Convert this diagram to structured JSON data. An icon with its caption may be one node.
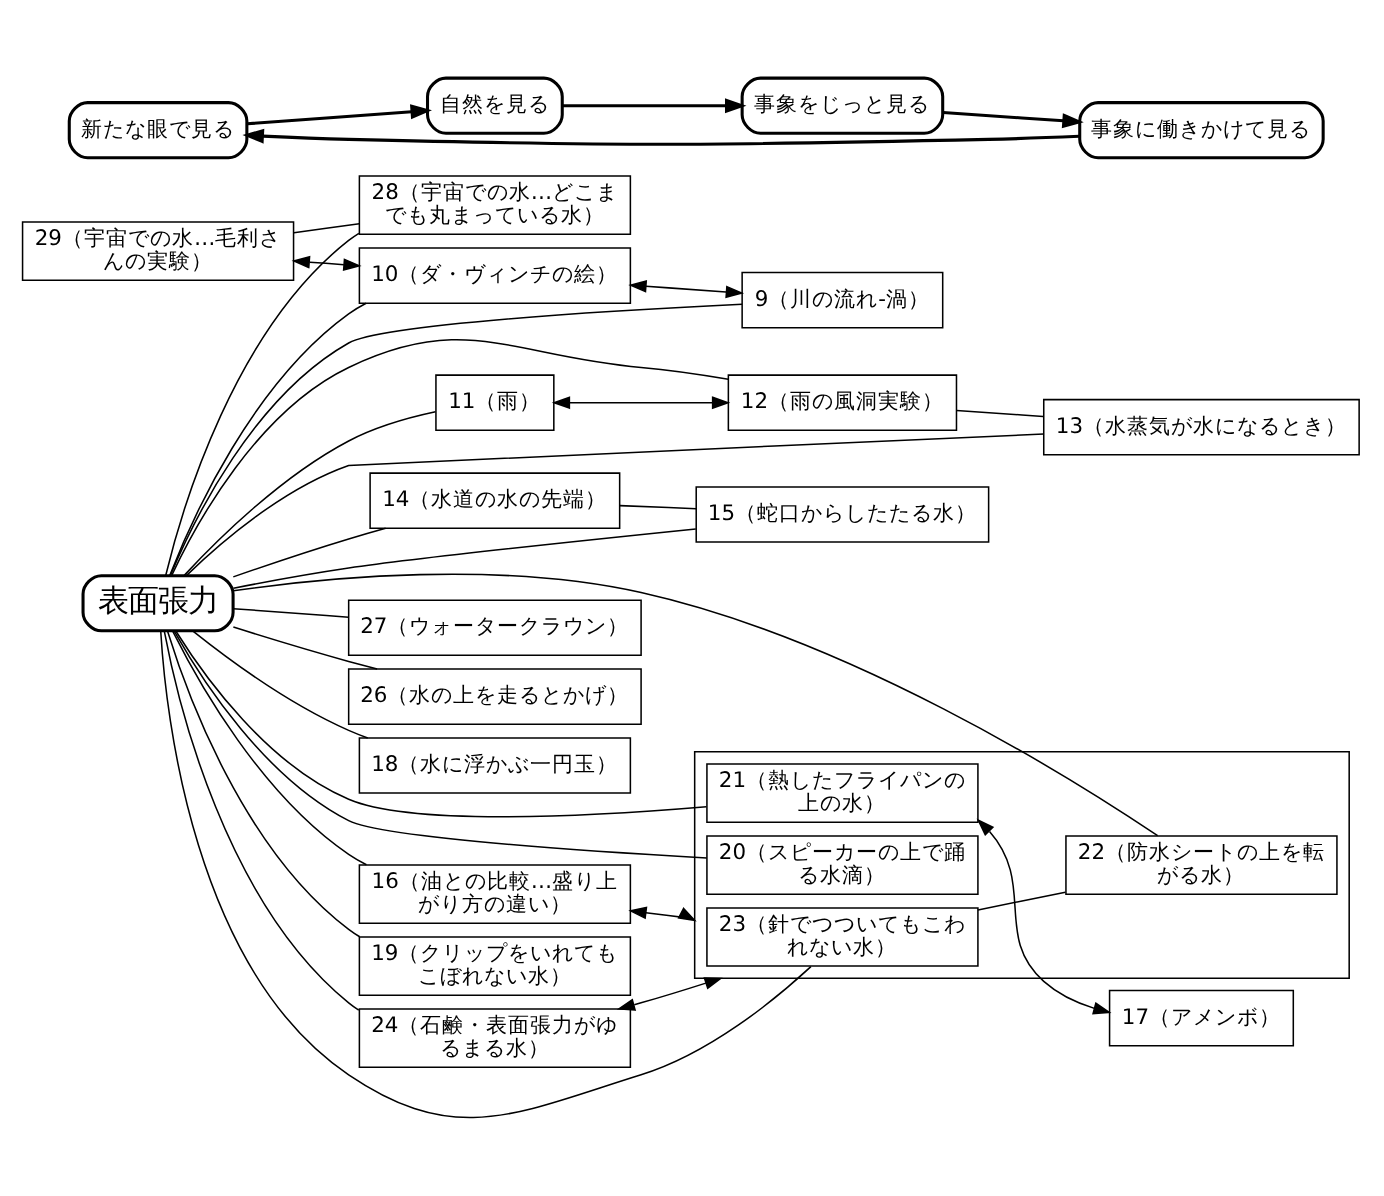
{
  "diagram": {
    "nodes": [
      {
        "text": [
          "表面張力"
        ]
      },
      {
        "text": [
          "新たな眼で見る"
        ]
      },
      {
        "text": [
          "自然を見る"
        ]
      },
      {
        "text": [
          "事象をじっと見る"
        ]
      },
      {
        "text": [
          "事象に働きかけて見る"
        ]
      },
      {
        "text": [
          "29（宇宙での水…毛利さんの実験）"
        ]
      },
      {
        "text": [
          "28（宇宙での水…どこまでも丸まっている水）"
        ]
      },
      {
        "text": [
          "10（ダ・ヴィンチの絵）"
        ]
      },
      {
        "text": [
          "27（ウォータークラウン）"
        ]
      },
      {
        "text": [
          "26（水の上を走るとかげ）"
        ]
      },
      {
        "text": [
          "9（川の流れ-渦）"
        ]
      },
      {
        "text": [
          "18（水に浮かぶ一円玉）"
        ]
      },
      {
        "text": [
          "11（雨）"
        ]
      },
      {
        "text": [
          "19（クリップをいれてもこぼれない水）"
        ]
      },
      {
        "text": [
          "12（雨の風洞実験）"
        ]
      },
      {
        "text": [
          "16（油との比較…盛り上がり方の違い）"
        ]
      },
      {
        "text": [
          "13（水蒸気が水になるとき）"
        ]
      },
      {
        "text": [
          "24（石鹸・表面張力がゆるまる水）"
        ]
      },
      {
        "text": [
          "14（水道の水の先端）"
        ]
      },
      {
        "text": [
          "15（蛇口からしたたる水）"
        ]
      },
      {
        "text": [],
        "shape": "box"
      },
      {
        "text": [
          "23（針でつついてもこわれない水）"
        ],
        "in": 20
      },
      {
        "text": [
          "22（防水シートの上を転がる水）"
        ],
        "in": 20
      },
      {
        "text": [
          "21（熱したフライパンの上の水）"
        ],
        "in": 20
      },
      {
        "text": [
          "17（アメンボ）"
        ]
      },
      {
        "text": [
          "20（スピーカーの上で踊る水滴）"
        ],
        "in": 20
      }
    ],
    "edges": [
      {
        "from": 1,
        "to": 2,
        "arrow": "to"
      },
      {
        "from": 2,
        "to": 3,
        "arrow": "to"
      },
      {
        "from": 3,
        "to": 4,
        "arrow": "to"
      },
      {
        "from": 4,
        "to": 1,
        "arrow": "to"
      },
      {
        "from": 5,
        "to": 6,
        "arrow": "none"
      },
      {
        "from": 5,
        "to": 7,
        "arrow": "both"
      },
      {
        "from": 7,
        "to": 10,
        "arrow": "both"
      },
      {
        "from": 12,
        "to": 14,
        "arrow": "both"
      },
      {
        "from": 14,
        "to": 16,
        "arrow": "none"
      },
      {
        "from": 18,
        "to": 19,
        "arrow": "none"
      },
      {
        "from": 0,
        "to": 6,
        "arrow": "none"
      },
      {
        "from": 0,
        "to": 7,
        "arrow": "none"
      },
      {
        "from": 0,
        "to": 8,
        "arrow": "none"
      },
      {
        "from": 0,
        "to": 9,
        "arrow": "none"
      },
      {
        "from": 0,
        "to": 10,
        "arrow": "none"
      },
      {
        "from": 0,
        "to": 11,
        "arrow": "none"
      },
      {
        "from": 0,
        "to": 12,
        "arrow": "none"
      },
      {
        "from": 0,
        "to": 13,
        "arrow": "none"
      },
      {
        "from": 0,
        "to": 14,
        "arrow": "none"
      },
      {
        "from": 0,
        "to": 15,
        "arrow": "none"
      },
      {
        "from": 0,
        "to": 16,
        "arrow": "none"
      },
      {
        "from": 0,
        "to": 17,
        "arrow": "none"
      },
      {
        "from": 0,
        "to": 18,
        "arrow": "none"
      },
      {
        "from": 0,
        "to": 19,
        "arrow": "none"
      },
      {
        "from": 0,
        "to": 21,
        "arrow": "none"
      },
      {
        "from": 0,
        "to": 22,
        "arrow": "none"
      },
      {
        "from": 0,
        "to": 23,
        "arrow": "none"
      },
      {
        "from": 0,
        "to": 25,
        "arrow": "none"
      },
      {
        "from": 21,
        "to": 22,
        "arrow": "none"
      },
      {
        "from": 15,
        "to": 20,
        "arrow": "both"
      },
      {
        "from": 17,
        "to": 20,
        "arrow": "both"
      },
      {
        "from": 23,
        "to": 24,
        "arrow": "both"
      }
    ]
  }
}
